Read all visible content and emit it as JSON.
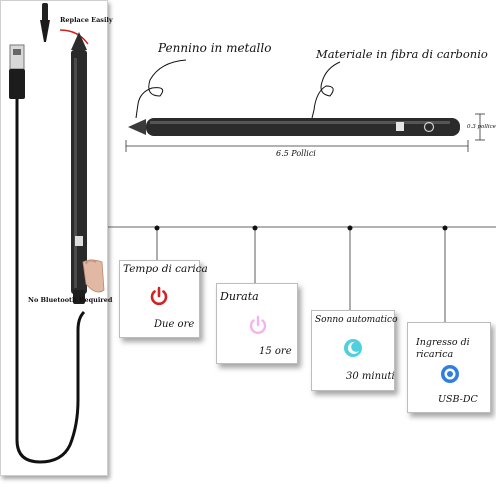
{
  "left": {
    "replace_label": "Replace Easily",
    "bluetooth_label": "No Bluetooth Required"
  },
  "pen": {
    "tip_label": "Pennino in metallo",
    "body_label": "Materiale in fibra di carbonio",
    "length_label": "6.5 Pollici",
    "diameter_label": "0.3 pollice"
  },
  "features": [
    {
      "title": "Tempo di carica",
      "value": "Due ore",
      "icon": "power-icon",
      "color": "#d32222"
    },
    {
      "title": "Durata",
      "value": "15 ore",
      "icon": "power-icon",
      "color": "#f3b3f0"
    },
    {
      "title": "Sonno automatico",
      "value": "30 minuti",
      "icon": "moon-icon",
      "color": "#4fd0de"
    },
    {
      "title": "Ingresso di ricarica",
      "value": "USB-DC",
      "icon": "usb-port-icon",
      "color": "#2f7fe0"
    }
  ]
}
